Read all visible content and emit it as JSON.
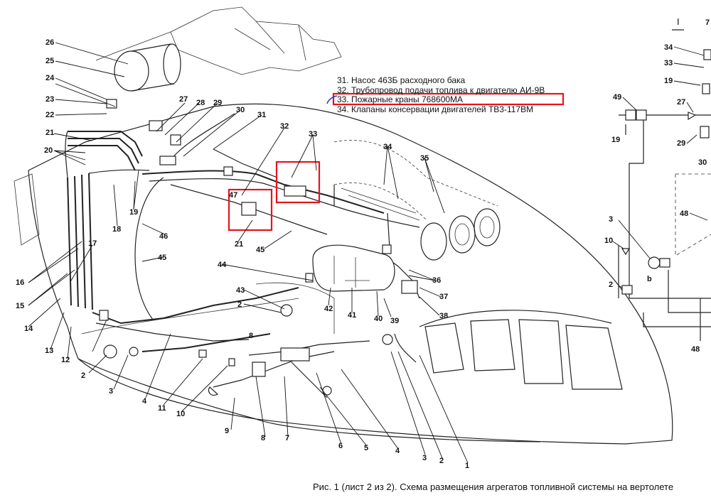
{
  "legend": [
    "31. Насос 463Б расходного бака",
    "32. Трубопровод подачи топлива к двигателю АИ-9В",
    "33. Пожарные краны 768600МА",
    "34. Клапаны консервации двигателей ТВ3-117ВМ"
  ],
  "caption": "Рис. 1 (лист 2 из 2). Схема размещения агрегатов топливной системы на вертолете",
  "roman_numeral": "I",
  "cut_label": "7",
  "callouts": [
    "1",
    "2",
    "3",
    "4",
    "5",
    "6",
    "7",
    "8",
    "9",
    "10",
    "11",
    "12",
    "13",
    "14",
    "15",
    "16",
    "17",
    "18",
    "19",
    "20",
    "21",
    "22",
    "23",
    "24",
    "25",
    "26",
    "27",
    "28",
    "29",
    "30",
    "31",
    "32",
    "33",
    "34",
    "35",
    "36",
    "37",
    "38",
    "39",
    "40",
    "41",
    "42",
    "43",
    "44",
    "45",
    "46",
    "47"
  ],
  "schematic": {
    "labels": [
      "34",
      "33",
      "19",
      "49",
      "19",
      "27",
      "29",
      "30",
      "48",
      "3",
      "10",
      "b",
      "2",
      "48"
    ]
  },
  "colors": {
    "highlight": "#e5141c",
    "accent_mark": "#1f3fbf",
    "ink": "#222222"
  }
}
